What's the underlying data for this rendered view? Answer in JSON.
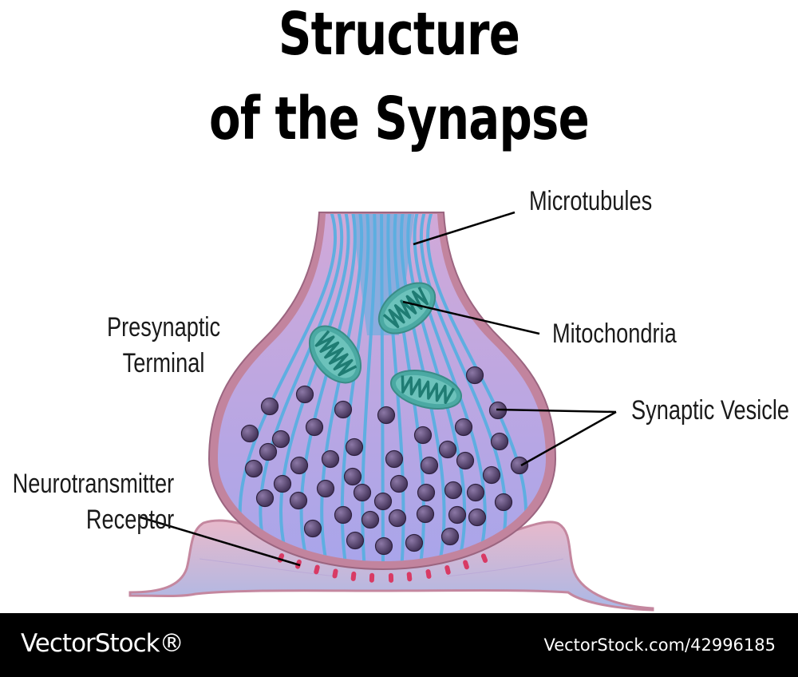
{
  "title": {
    "line1": "Structure",
    "line2": "of the Synapse"
  },
  "labels": {
    "microtubules": "Microtubules",
    "mitochondria": "Mitochondria",
    "presynaptic_line1": "Presynaptic",
    "presynaptic_line2": "Terminal",
    "synaptic_vesicle": "Synaptic Vesicle",
    "receptor_line1": "Neurotransmitter",
    "receptor_line2": "Receptor"
  },
  "footer": {
    "brand": "VectorStock®",
    "stock_id": "VectorStock.com/42996185"
  },
  "colors": {
    "membrane": "#b77d97",
    "cytoplasm": "#b7a6e0",
    "microtubule": "#5aaee0",
    "mitochondria": "#4ba9a3",
    "vesicle": "#4e3b63",
    "receptor": "#d83a64",
    "postsynaptic": "#e2b8c8"
  }
}
